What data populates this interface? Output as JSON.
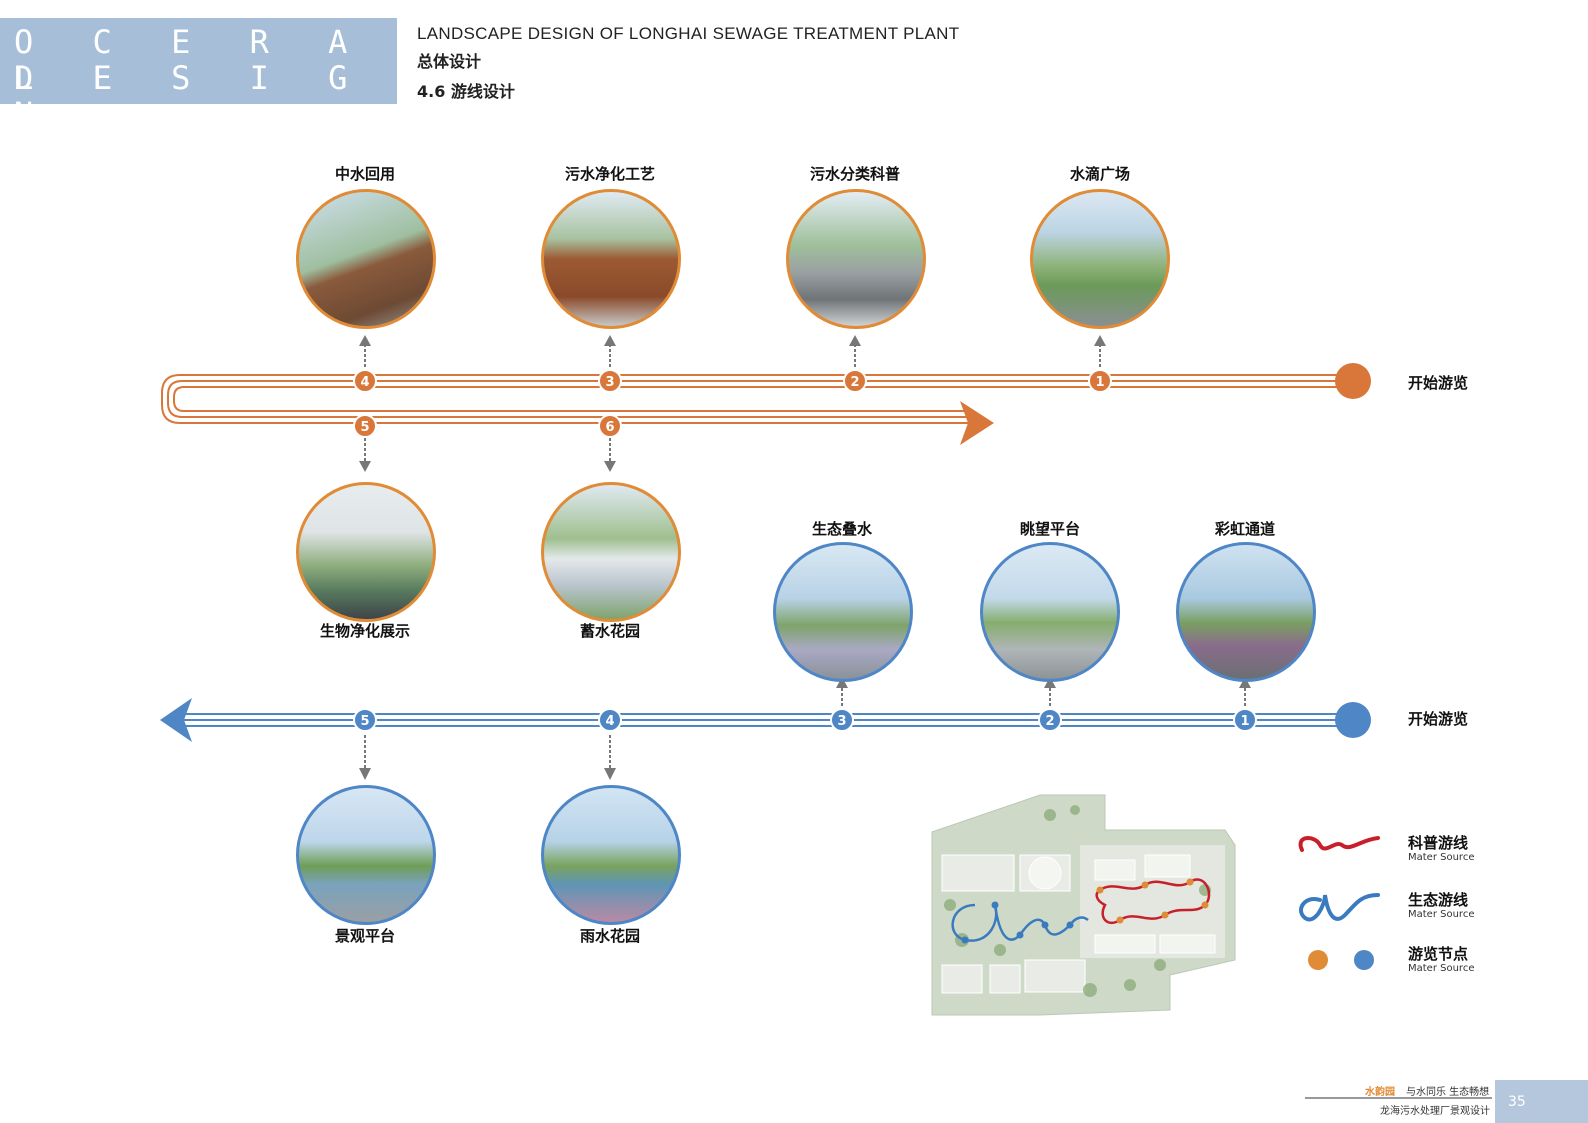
{
  "header": {
    "title_line1": "O C E R A L L",
    "title_line2": "D E S I G N",
    "subtitle_en": "LANDSCAPE DESIGN OF LONGHAI SEWAGE TREATMENT PLANT",
    "subtitle_zh": "总体设计",
    "section": "4.6 游线设计"
  },
  "orange_route": {
    "color": "#d9773a",
    "start_label": "开始游览",
    "nodes": [
      {
        "num": "1",
        "label": "水滴广场"
      },
      {
        "num": "2",
        "label": "污水分类科普"
      },
      {
        "num": "3",
        "label": "污水净化工艺"
      },
      {
        "num": "4",
        "label": "中水回用"
      },
      {
        "num": "5",
        "label": "生物净化展示"
      },
      {
        "num": "6",
        "label": "蓄水花园"
      }
    ]
  },
  "blue_route": {
    "color": "#4f86c6",
    "start_label": "开始游览",
    "nodes": [
      {
        "num": "1",
        "label": "彩虹通道"
      },
      {
        "num": "2",
        "label": "眺望平台"
      },
      {
        "num": "3",
        "label": "生态叠水"
      },
      {
        "num": "4",
        "label": "雨水花园"
      },
      {
        "num": "5",
        "label": "景观平台"
      }
    ]
  },
  "legend": [
    {
      "title": "科普游线",
      "sub": "Mater Source",
      "color": "#c8202a"
    },
    {
      "title": "生态游线",
      "sub": "Mater Source",
      "color": "#3a7bc0"
    },
    {
      "title": "游览节点",
      "sub": "Mater Source",
      "colors": [
        "#e08b36",
        "#4f86c6"
      ]
    }
  ],
  "footer": {
    "tag_orange": "水韵园",
    "tag_text": "与水同乐 生态畅想",
    "tag_project": "龙海污水处理厂景观设计",
    "page": "35"
  }
}
